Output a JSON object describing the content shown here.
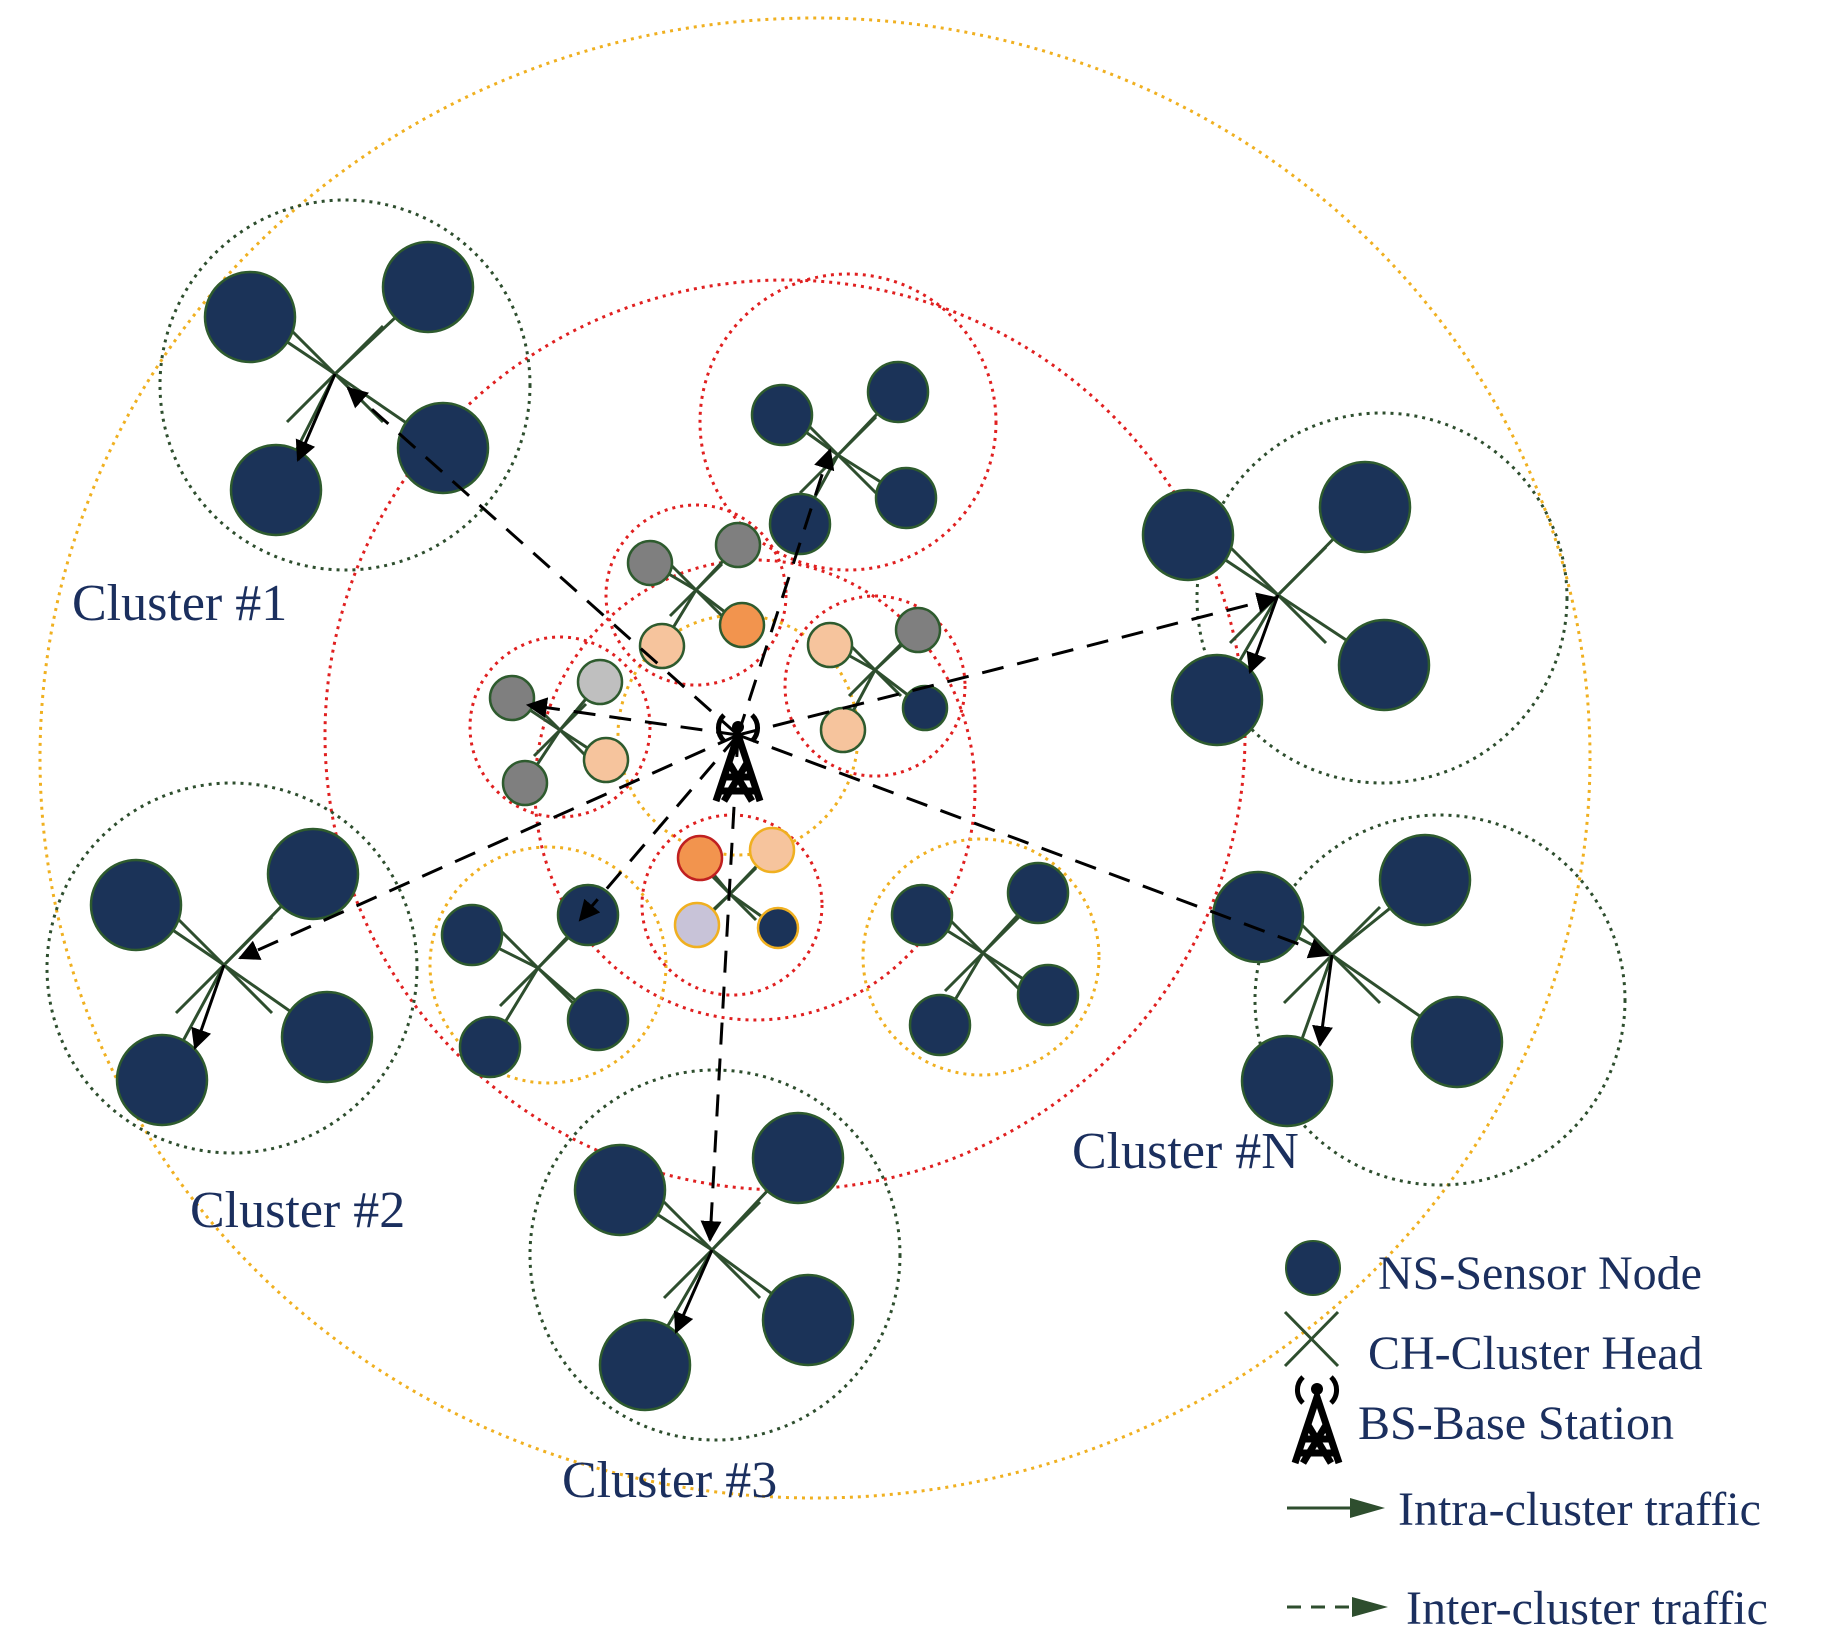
{
  "clusters": {
    "c1": "Cluster #1",
    "c2": "Cluster #2",
    "c3": "Cluster #3",
    "cn": "Cluster #N"
  },
  "legend": {
    "sensor_node": "NS-Sensor Node",
    "cluster_head": "CH-Cluster Head",
    "base_station": "BS-Base Station",
    "intra_traffic": "Intra-cluster traffic",
    "inter_traffic": "Inter-cluster traffic"
  },
  "colors": {
    "sensor_node": "#1b3358",
    "node_outline": "#2e5b2e",
    "ch_line": "#2e4e2e",
    "outer_ring": "#f0b020",
    "red_ring": "#e02020",
    "green_ring": "#2e4e2e",
    "label_text": "#1b2f5e",
    "gray_node": "#7f7f7f",
    "light_gray_node": "#bfbfbf",
    "peach_node": "#f6c49d",
    "orange_node": "#f2944e",
    "lilac_node": "#c8c3d8"
  },
  "icons": {
    "sensor_node": "filled-circle-icon",
    "cluster_head": "x-cross-icon",
    "base_station": "antenna-tower-icon",
    "intra_traffic": "solid-arrow-icon",
    "inter_traffic": "dashed-arrow-icon"
  }
}
